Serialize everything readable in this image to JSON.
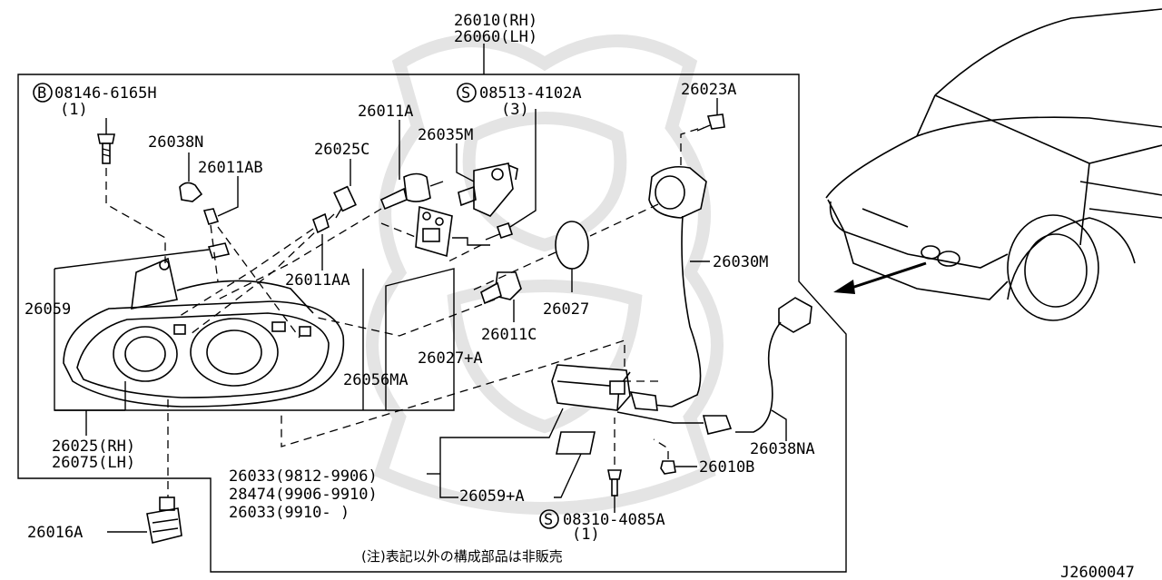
{
  "labels": {
    "main_rh": "26010(RH)",
    "main_lh": "26060(LH)",
    "bolt_b": "08146-6165H",
    "bolt_b_qty": "(1)",
    "screw_s1": "08513-4102A",
    "screw_s1_qty": "(3)",
    "p26023a": "26023A",
    "p26011a": "26011A",
    "p26035m": "26035M",
    "p26038n": "26038N",
    "p26025c": "26025C",
    "p26011ab": "26011AB",
    "p26030m": "26030M",
    "p26011aa": "26011AA",
    "p26059": "26059",
    "p26027": "26027",
    "p26011c": "26011C",
    "p26027a": "26027+A",
    "p26056ma": "26056MA",
    "p26025rh": "26025(RH)",
    "p26075lh": "26075(LH)",
    "p26038na": "26038NA",
    "p26010b": "26010B",
    "p26033a": "26033(9812-9906)",
    "p28474": "28474(9906-9910)",
    "p26033b": "26033(9910-  )",
    "p26059a": "26059+A",
    "p26016a": "26016A",
    "screw_s2": "08310-4085A",
    "screw_s2_qty": "(1)",
    "symbol_b": "B",
    "symbol_s": "S",
    "note": "(注)表記以外の構成部品は非販売",
    "figure_id": "J2600047"
  }
}
